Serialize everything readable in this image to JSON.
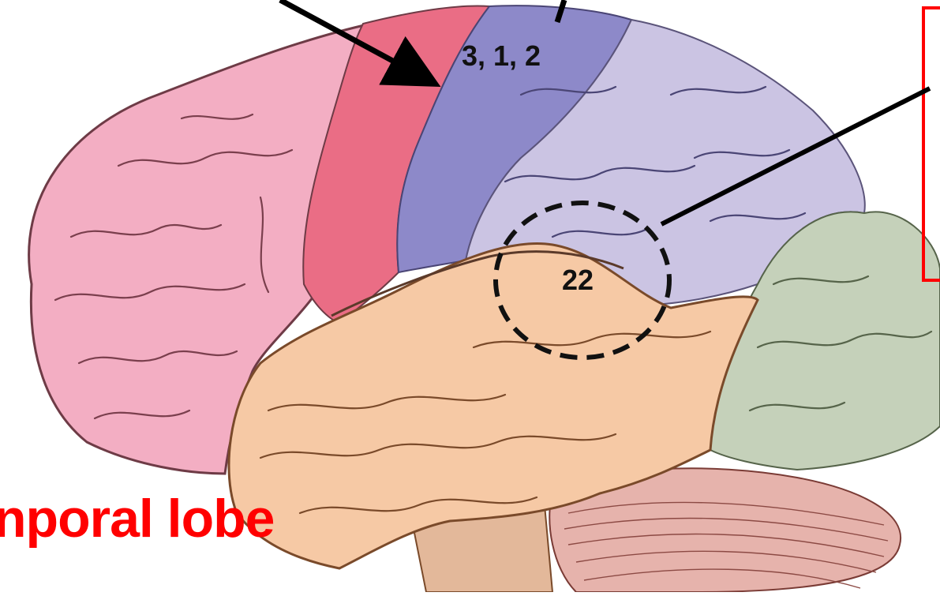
{
  "labels": {
    "area_3_1_2": "3, 1, 2",
    "area_22": "22",
    "temporal_lobe": "nporal lobe"
  },
  "colors": {
    "frontal_lobe": "#f2a9c0",
    "primary_motor_cortex": "#ec6f86",
    "somatosensory_cortex": "#8a85c8",
    "parietal_lobe": "#c9c2e2",
    "temporal_lobe": "#f6c8a4",
    "occipital_lobe": "#c3cfb8",
    "cerebellum": "#e8b7b0",
    "annotation_text": "#ff0000",
    "callout_box_border": "#ff0000",
    "arrows": "#000000"
  },
  "icons": {
    "area_22_marker": "dashed-ellipse",
    "pointer": "arrow"
  }
}
